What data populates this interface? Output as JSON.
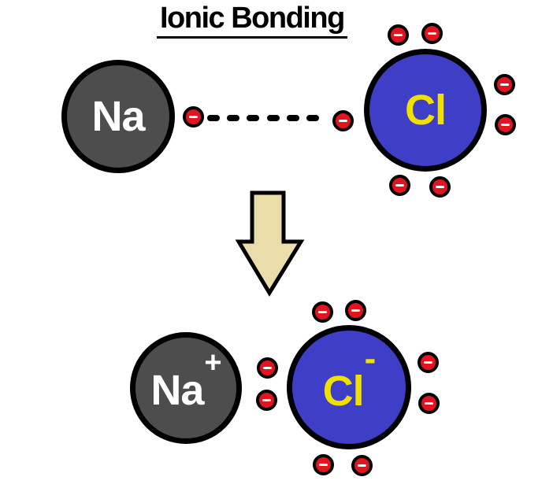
{
  "title": "Ionic Bonding",
  "colors": {
    "background": "#ffffff",
    "sodium_fill": "#4d4d4d",
    "chlorine_fill": "#3e3ec6",
    "electron_fill": "#e3131f",
    "electron_minus": "#ffffff",
    "sodium_label_color": "#ffffff",
    "chlorine_label_color": "#f0e000",
    "outline": "#000000",
    "arrow_fill": "#eadda9"
  },
  "before": {
    "sodium": {
      "symbol": "Na",
      "charge": ""
    },
    "chlorine": {
      "symbol": "Cl",
      "charge": ""
    },
    "electron_count": 8,
    "dash_count": 6
  },
  "after": {
    "sodium": {
      "symbol": "Na",
      "charge": "+"
    },
    "chlorine": {
      "symbol": "Cl",
      "charge": "-"
    },
    "electron_count": 8
  }
}
